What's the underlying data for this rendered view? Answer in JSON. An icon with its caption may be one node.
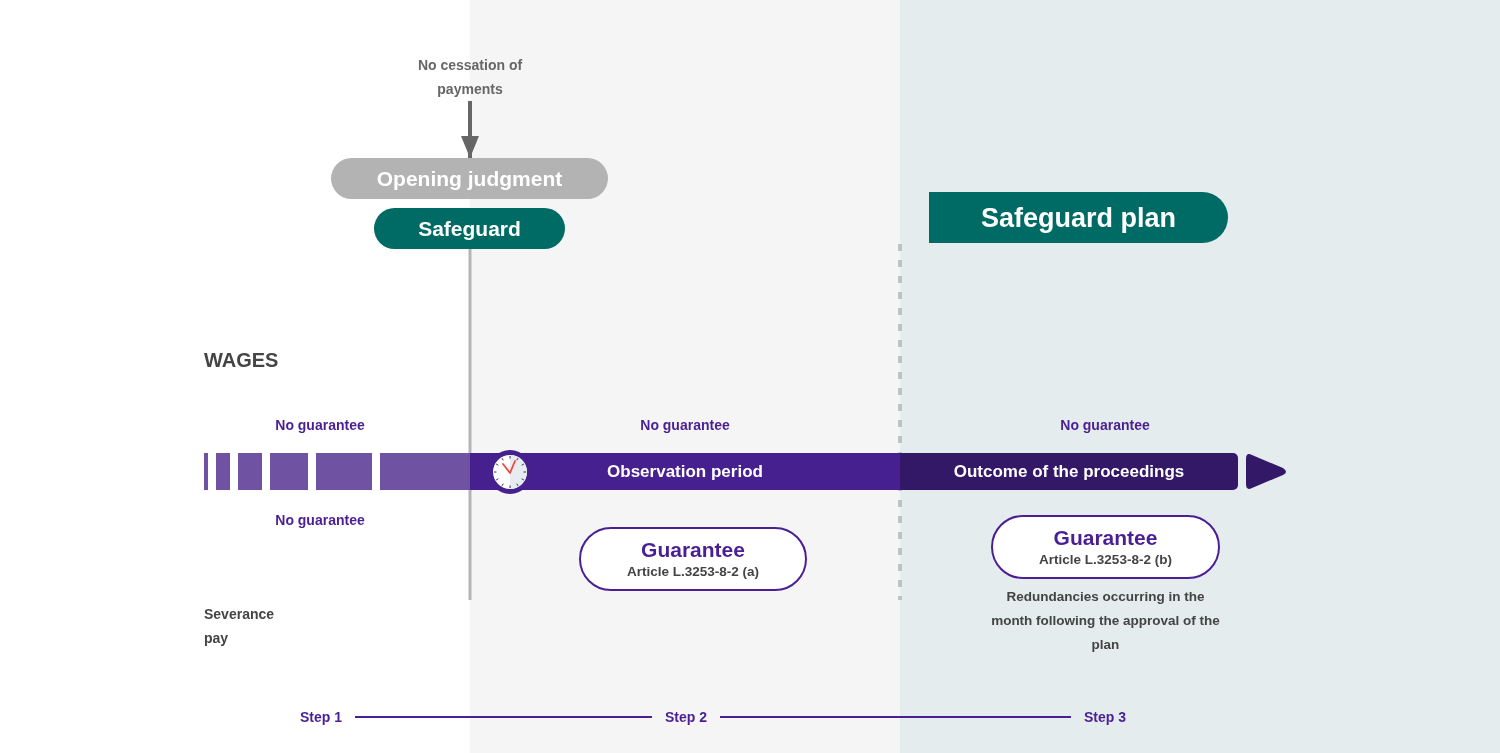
{
  "diagram": {
    "nodes": [
      {
        "text": [
          "No cessation of payments"
        ]
      },
      {
        "text": [
          "Opening judgment"
        ]
      },
      {
        "text": [
          "Safeguard"
        ]
      },
      {
        "text": [
          "Safeguard plan"
        ]
      },
      {
        "text": [
          "Observation period"
        ]
      },
      {
        "text": [
          "Outcome of the proceedings"
        ]
      },
      {
        "text": [
          "Guarantee",
          "Article L.3253-8-2 (a)"
        ]
      },
      {
        "text": [
          "Guarantee",
          "Article L.3253-8-2 (b)"
        ],
        "beside": [
          "Redundancies occurring in the month following the approval of the plan"
        ]
      },
      {
        "text": [
          "Step 1"
        ]
      },
      {
        "text": [
          "Step 2"
        ]
      },
      {
        "text": [
          "Step 3"
        ]
      }
    ],
    "edges": [
      {
        "from": 0,
        "to": 1,
        "arrow": "to",
        "color": "#666666"
      },
      {
        "from": 8,
        "to": 9,
        "arrow": "none"
      },
      {
        "from": 9,
        "to": 10,
        "arrow": "none"
      }
    ],
    "labels": [
      "WAGES",
      "No guarantee",
      "No guarantee",
      "No guarantee",
      "No guarantee",
      "Severance pay"
    ]
  }
}
